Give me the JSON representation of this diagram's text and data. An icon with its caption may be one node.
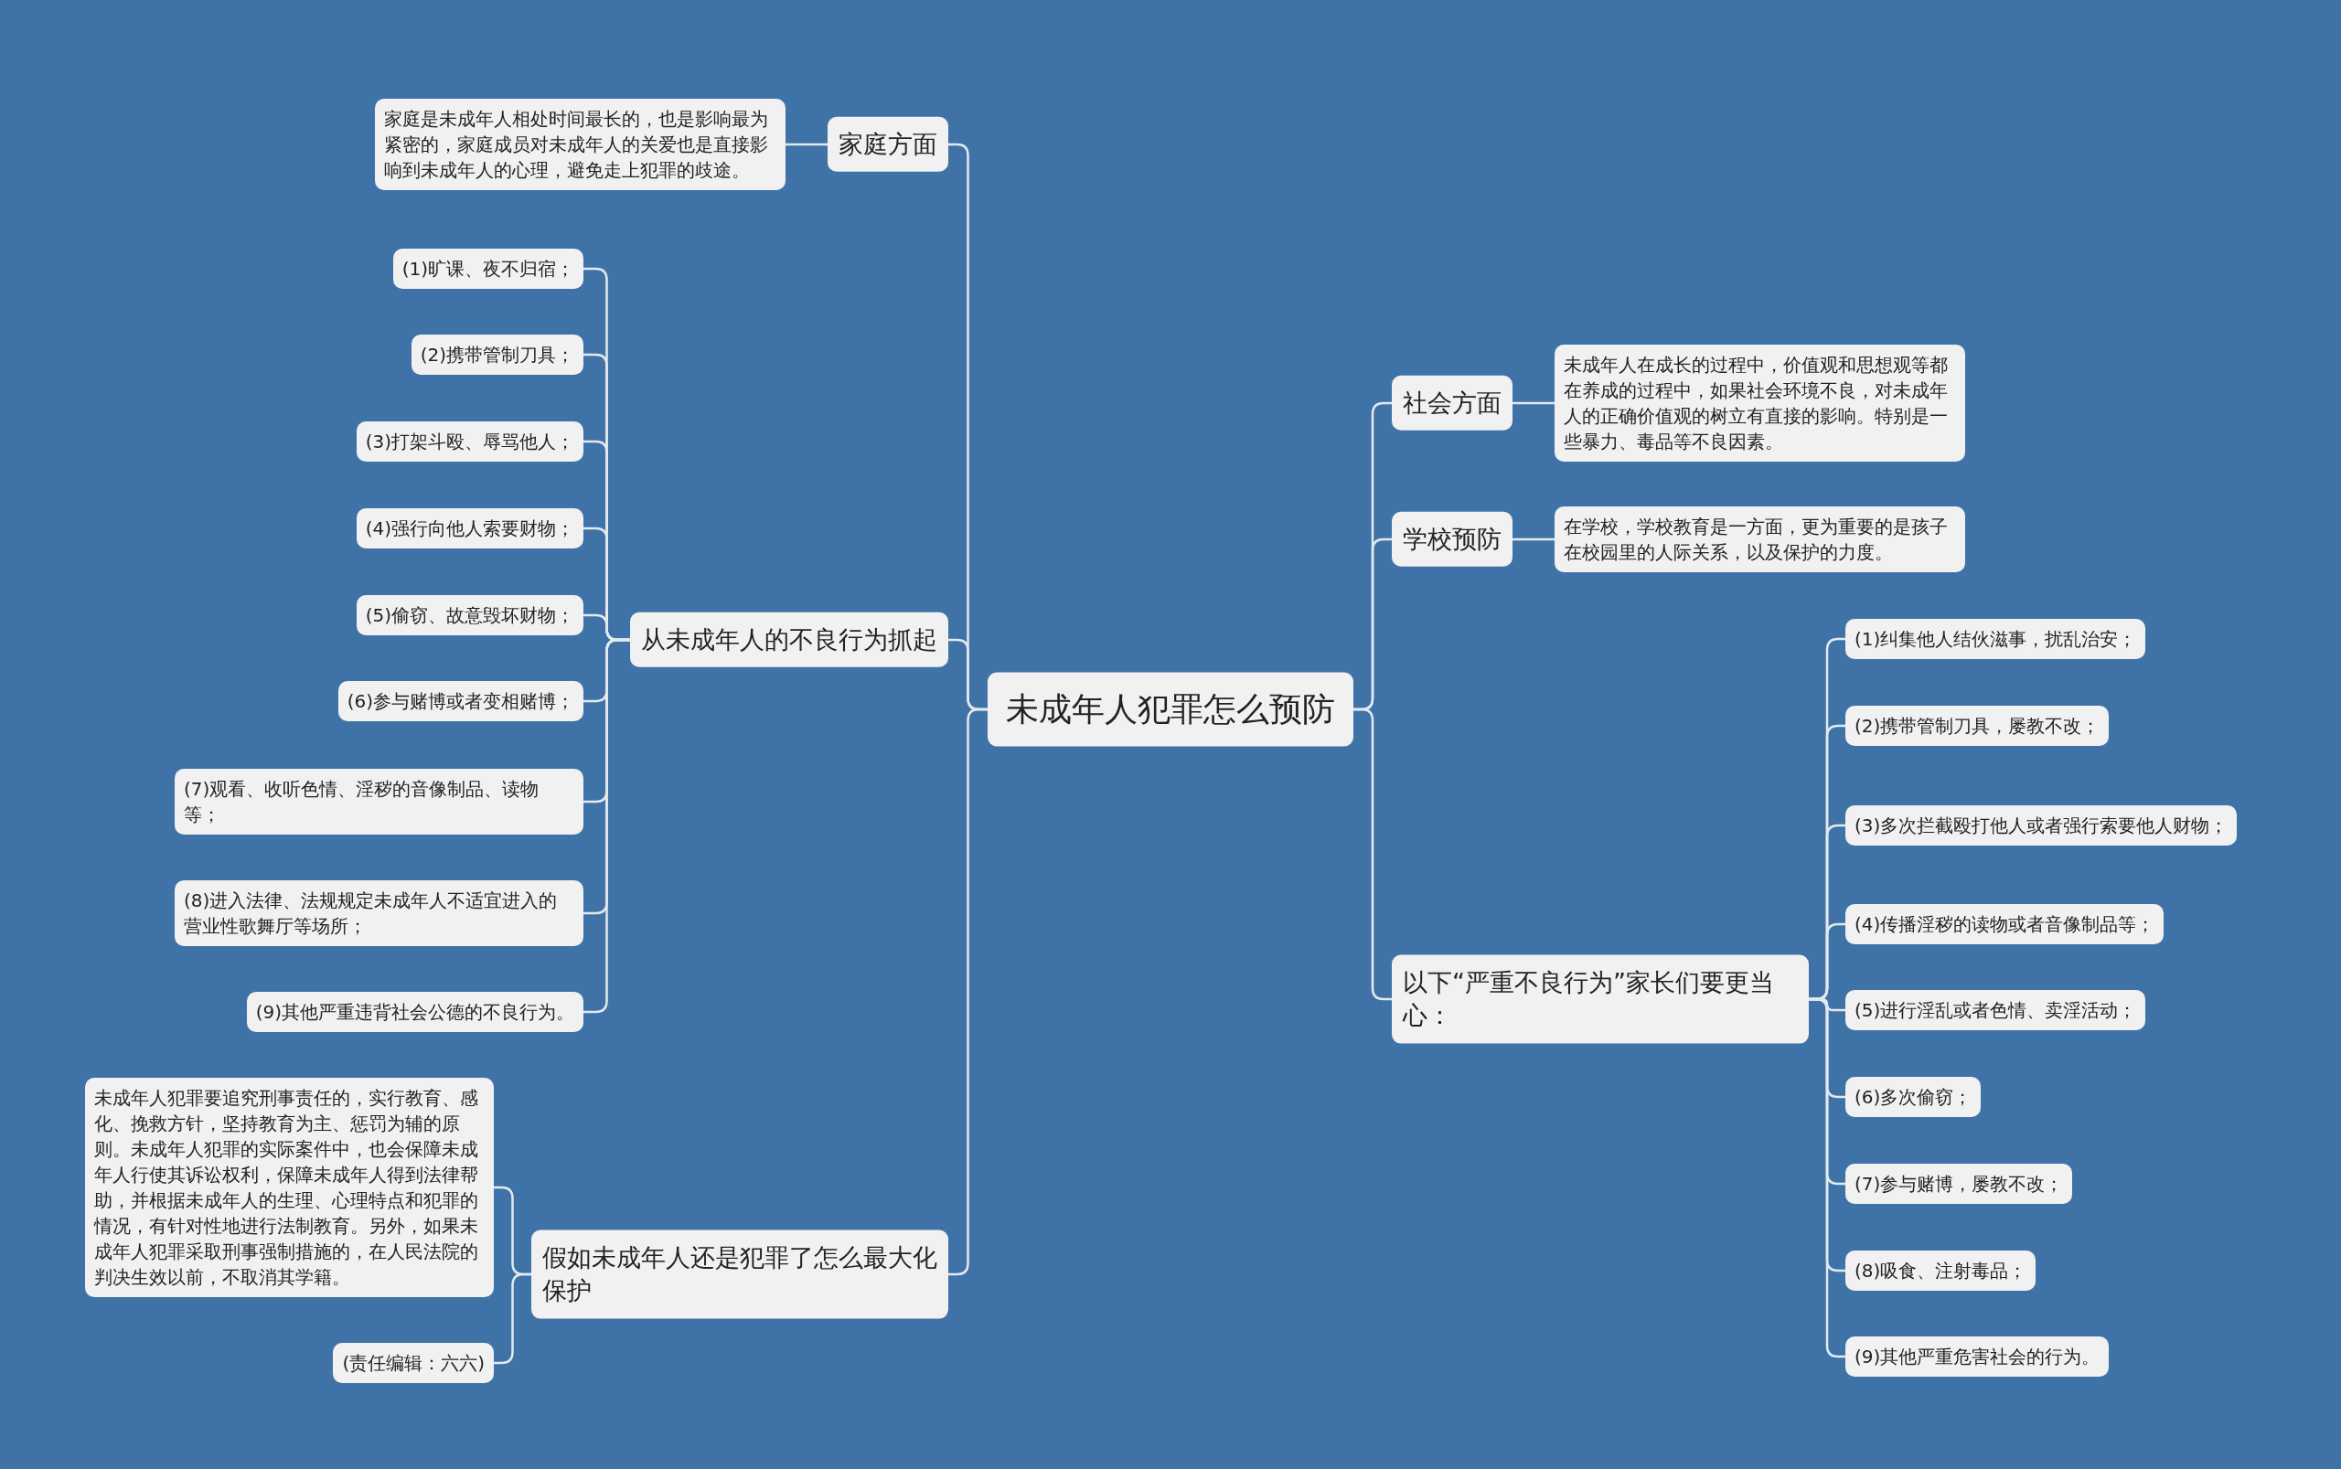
{
  "diagram": {
    "nodes": [
      {
        "text": [
          "未成年人犯罪怎么预防"
        ]
      },
      {
        "text": [
          "家庭方面"
        ]
      },
      {
        "text": [
          "家庭是未成年人相处时间最长的，也是影响最为紧密的，家庭成员对未成年人的关爱也是直接影响到未成年人的心理，避免走上犯罪的歧途。"
        ]
      },
      {
        "text": [
          "从未成年人的不良行为抓起"
        ]
      },
      {
        "text": [
          "(1)旷课、夜不归宿；"
        ]
      },
      {
        "text": [
          "(2)携带管制刀具；"
        ]
      },
      {
        "text": [
          "(3)打架斗殴、辱骂他人；"
        ]
      },
      {
        "text": [
          "(4)强行向他人索要财物；"
        ]
      },
      {
        "text": [
          "(5)偷窃、故意毁坏财物；"
        ]
      },
      {
        "text": [
          "(6)参与赌博或者变相赌博；"
        ]
      },
      {
        "text": [
          "(7)观看、收听色情、淫秽的音像制品、读物等；"
        ]
      },
      {
        "text": [
          "(8)进入法律、法规规定未成年人不适宜进入的营业性歌舞厅等场所；"
        ]
      },
      {
        "text": [
          "(9)其他严重违背社会公德的不良行为。"
        ]
      },
      {
        "text": [
          "假如未成年人还是犯罪了怎么最大化保护"
        ]
      },
      {
        "text": [
          "未成年人犯罪要追究刑事责任的，实行教育、感化、挽救方针，坚持教育为主、惩罚为辅的原则。未成年人犯罪的实际案件中，也会保障未成年人行使其诉讼权利，保障未成年人得到法律帮助，并根据未成年人的生理、心理特点和犯罪的情况，有针对性地进行法制教育。另外，如果未成年人犯罪采取刑事强制措施的，在人民法院的判决生效以前，不取消其学籍。"
        ]
      },
      {
        "text": [
          "(责任编辑：六六)"
        ]
      },
      {
        "text": [
          "社会方面"
        ]
      },
      {
        "text": [
          "未成年人在成长的过程中，价值观和思想观等都在养成的过程中，如果社会环境不良，对未成年人的正确价值观的树立有直接的影响。特别是一些暴力、毒品等不良因素。"
        ]
      },
      {
        "text": [
          "学校预防"
        ]
      },
      {
        "text": [
          "在学校，学校教育是一方面，更为重要的是孩子在校园里的人际关系，以及保护的力度。"
        ]
      },
      {
        "text": [
          "以下“严重不良行为”家长们要更当心："
        ]
      },
      {
        "text": [
          "(1)纠集他人结伙滋事，扰乱治安；"
        ]
      },
      {
        "text": [
          "(2)携带管制刀具，屡教不改；"
        ]
      },
      {
        "text": [
          "(3)多次拦截殴打他人或者强行索要他人财物；"
        ]
      },
      {
        "text": [
          "(4)传播淫秽的读物或者音像制品等；"
        ]
      },
      {
        "text": [
          "(5)进行淫乱或者色情、卖淫活动；"
        ]
      },
      {
        "text": [
          "(6)多次偷窃；"
        ]
      },
      {
        "text": [
          "(7)参与赌博，屡教不改；"
        ]
      },
      {
        "text": [
          "(8)吸食、注射毒品；"
        ]
      },
      {
        "text": [
          "(9)其他严重危害社会的行为。"
        ]
      }
    ],
    "edges": [
      {
        "from": 0,
        "to": 1,
        "arrow": "none"
      },
      {
        "from": 1,
        "to": 2,
        "arrow": "none"
      },
      {
        "from": 0,
        "to": 3,
        "arrow": "none"
      },
      {
        "from": 3,
        "to": 4,
        "arrow": "none"
      },
      {
        "from": 3,
        "to": 5,
        "arrow": "none"
      },
      {
        "from": 3,
        "to": 6,
        "arrow": "none"
      },
      {
        "from": 3,
        "to": 7,
        "arrow": "none"
      },
      {
        "from": 3,
        "to": 8,
        "arrow": "none"
      },
      {
        "from": 3,
        "to": 9,
        "arrow": "none"
      },
      {
        "from": 3,
        "to": 10,
        "arrow": "none"
      },
      {
        "from": 3,
        "to": 11,
        "arrow": "none"
      },
      {
        "from": 3,
        "to": 12,
        "arrow": "none"
      },
      {
        "from": 0,
        "to": 13,
        "arrow": "none"
      },
      {
        "from": 13,
        "to": 14,
        "arrow": "none"
      },
      {
        "from": 13,
        "to": 15,
        "arrow": "none"
      },
      {
        "from": 0,
        "to": 16,
        "arrow": "none"
      },
      {
        "from": 16,
        "to": 17,
        "arrow": "none"
      },
      {
        "from": 0,
        "to": 18,
        "arrow": "none"
      },
      {
        "from": 18,
        "to": 19,
        "arrow": "none"
      },
      {
        "from": 0,
        "to": 20,
        "arrow": "none"
      },
      {
        "from": 20,
        "to": 21,
        "arrow": "none"
      },
      {
        "from": 20,
        "to": 22,
        "arrow": "none"
      },
      {
        "from": 20,
        "to": 23,
        "arrow": "none"
      },
      {
        "from": 20,
        "to": 24,
        "arrow": "none"
      },
      {
        "from": 20,
        "to": 25,
        "arrow": "none"
      },
      {
        "from": 20,
        "to": 26,
        "arrow": "none"
      },
      {
        "from": 20,
        "to": 27,
        "arrow": "none"
      },
      {
        "from": 20,
        "to": 28,
        "arrow": "none"
      },
      {
        "from": 20,
        "to": 29,
        "arrow": "none"
      }
    ]
  }
}
